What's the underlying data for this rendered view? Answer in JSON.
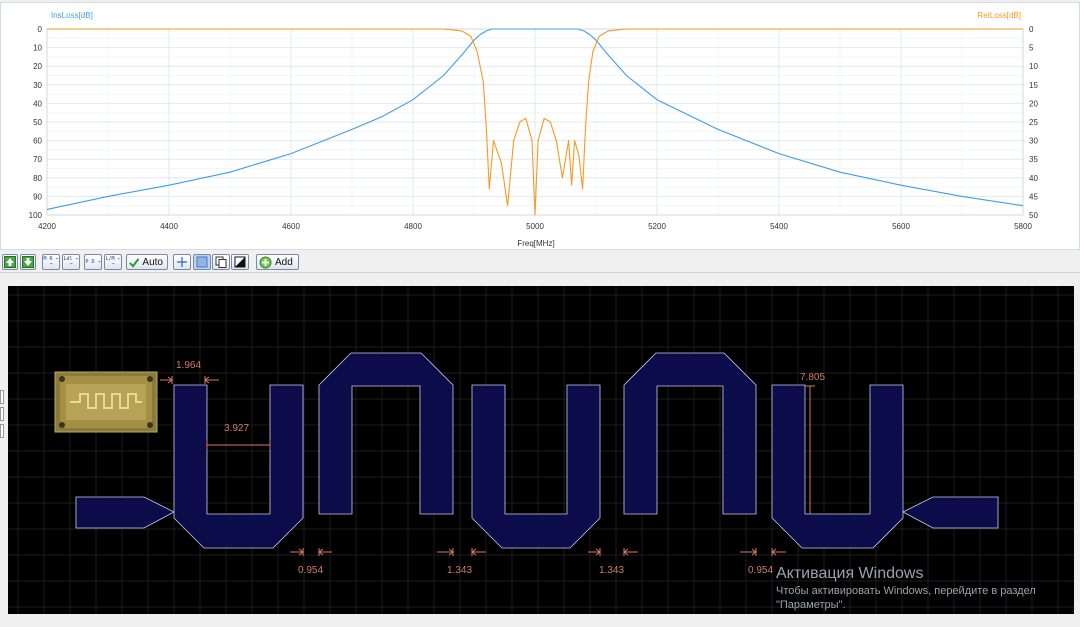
{
  "chart_data": {
    "type": "line",
    "xlabel": "Freq[MHz]",
    "ylabel_left": "InsLoss[dB]",
    "ylabel_right": "RetLoss[dB]",
    "x_range": [
      4200,
      5800
    ],
    "x_ticks": [
      "4200",
      "4400",
      "4600",
      "4800",
      "5000",
      "5200",
      "5400",
      "5600",
      "5800"
    ],
    "y_left_range": [
      0,
      100
    ],
    "y_left_ticks": [
      "0",
      "10",
      "20",
      "30",
      "40",
      "50",
      "60",
      "70",
      "80",
      "90",
      "100"
    ],
    "y_right_range": [
      0,
      50
    ],
    "y_right_ticks": [
      "0",
      "5",
      "10",
      "15",
      "20",
      "25",
      "30",
      "35",
      "40",
      "45",
      "50"
    ],
    "grid": true,
    "series": [
      {
        "name": "InsLoss[dB]",
        "axis": "left",
        "color": "#3f9fe6",
        "x": [
          4200,
          4300,
          4400,
          4500,
          4600,
          4700,
          4750,
          4800,
          4850,
          4880,
          4900,
          4910,
          4920,
          4930,
          5070,
          5080,
          5090,
          5100,
          5120,
          5150,
          5200,
          5300,
          5400,
          5500,
          5600,
          5700,
          5800
        ],
        "y": [
          97,
          90,
          84,
          77,
          67,
          54,
          47,
          38,
          25,
          14,
          6,
          3,
          1,
          0,
          0,
          1,
          3,
          6,
          14,
          25,
          38,
          54,
          67,
          77,
          84,
          90,
          95
        ]
      },
      {
        "name": "RetLoss[dB]",
        "axis": "right",
        "color": "#f59a23",
        "x": [
          4200,
          4850,
          4880,
          4895,
          4905,
          4915,
          4920,
          4925,
          4932,
          4945,
          4955,
          4965,
          4975,
          4985,
          4995,
          5000,
          5005,
          5015,
          5025,
          5035,
          5045,
          5055,
          5060,
          5065,
          5072,
          5078,
          5083,
          5088,
          5095,
          5105,
          5120,
          5150,
          5800
        ],
        "y": [
          0,
          0,
          0.5,
          2,
          6,
          14,
          26,
          43,
          30,
          36,
          47.5,
          30,
          25,
          24,
          30,
          50,
          30,
          24,
          25,
          30,
          40,
          30,
          42,
          30,
          34,
          43,
          26,
          14,
          6,
          2,
          0.5,
          0,
          0
        ]
      }
    ]
  },
  "toolbar": {
    "up_icon": "green-up-arrow-icon",
    "down_icon": "green-down-arrow-icon",
    "auto_label": "Auto",
    "add_label": "Add",
    "btn3_text": "M R ← →",
    "btn4_text": "Ldl ← →",
    "btn5_text": "P D →",
    "btn6_text": "L/M ← →"
  },
  "layout": {
    "dimensions": [
      "1.964",
      "3.927",
      "7.805",
      "0.954",
      "1.343",
      "1.343",
      "0.954"
    ],
    "conductor_color": "#0c0c4a",
    "outline_color": "#c8ccea",
    "dim_color": "#d27a6a"
  },
  "watermark": {
    "title": "Активация Windows",
    "line1": "Чтобы активировать Windows, перейдите в раздел",
    "line2": "\"Параметры\"."
  }
}
